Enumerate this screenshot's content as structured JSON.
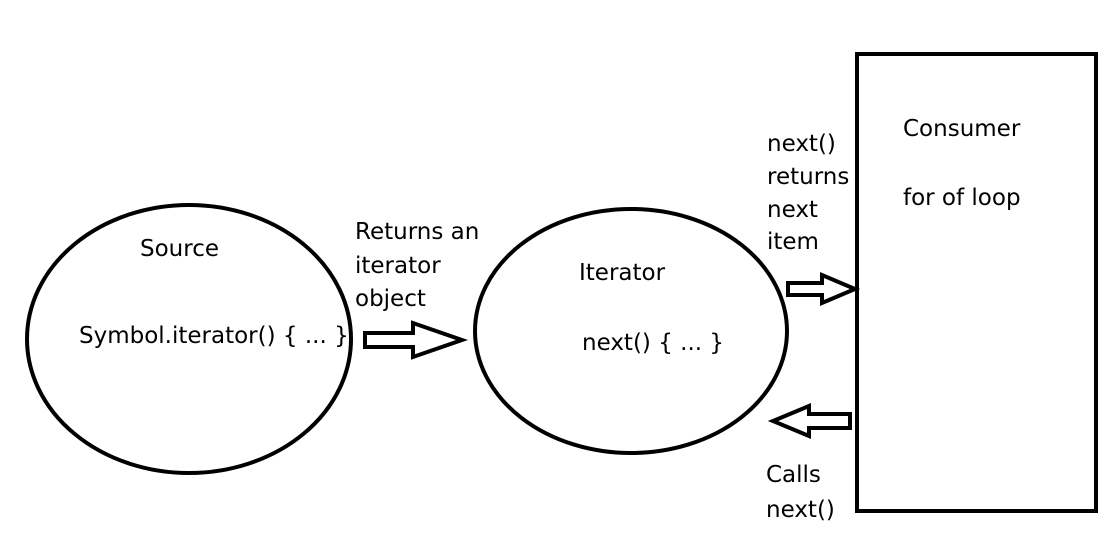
{
  "source": {
    "title": "Source",
    "method": "Symbol.iterator() { ... }"
  },
  "source_to_iterator": {
    "label_lines": [
      "Returns an",
      "iterator",
      "object"
    ]
  },
  "iterator": {
    "title": "Iterator",
    "method": "next()  { ... }"
  },
  "iterator_to_consumer": {
    "label_lines": [
      "next()",
      "returns",
      "next",
      "item"
    ]
  },
  "consumer_to_iterator": {
    "label_lines": [
      "Calls",
      "next()"
    ]
  },
  "consumer": {
    "title": "Consumer",
    "subtitle": "for of loop"
  },
  "colors": {
    "stroke": "#000000",
    "background": "#ffffff"
  }
}
